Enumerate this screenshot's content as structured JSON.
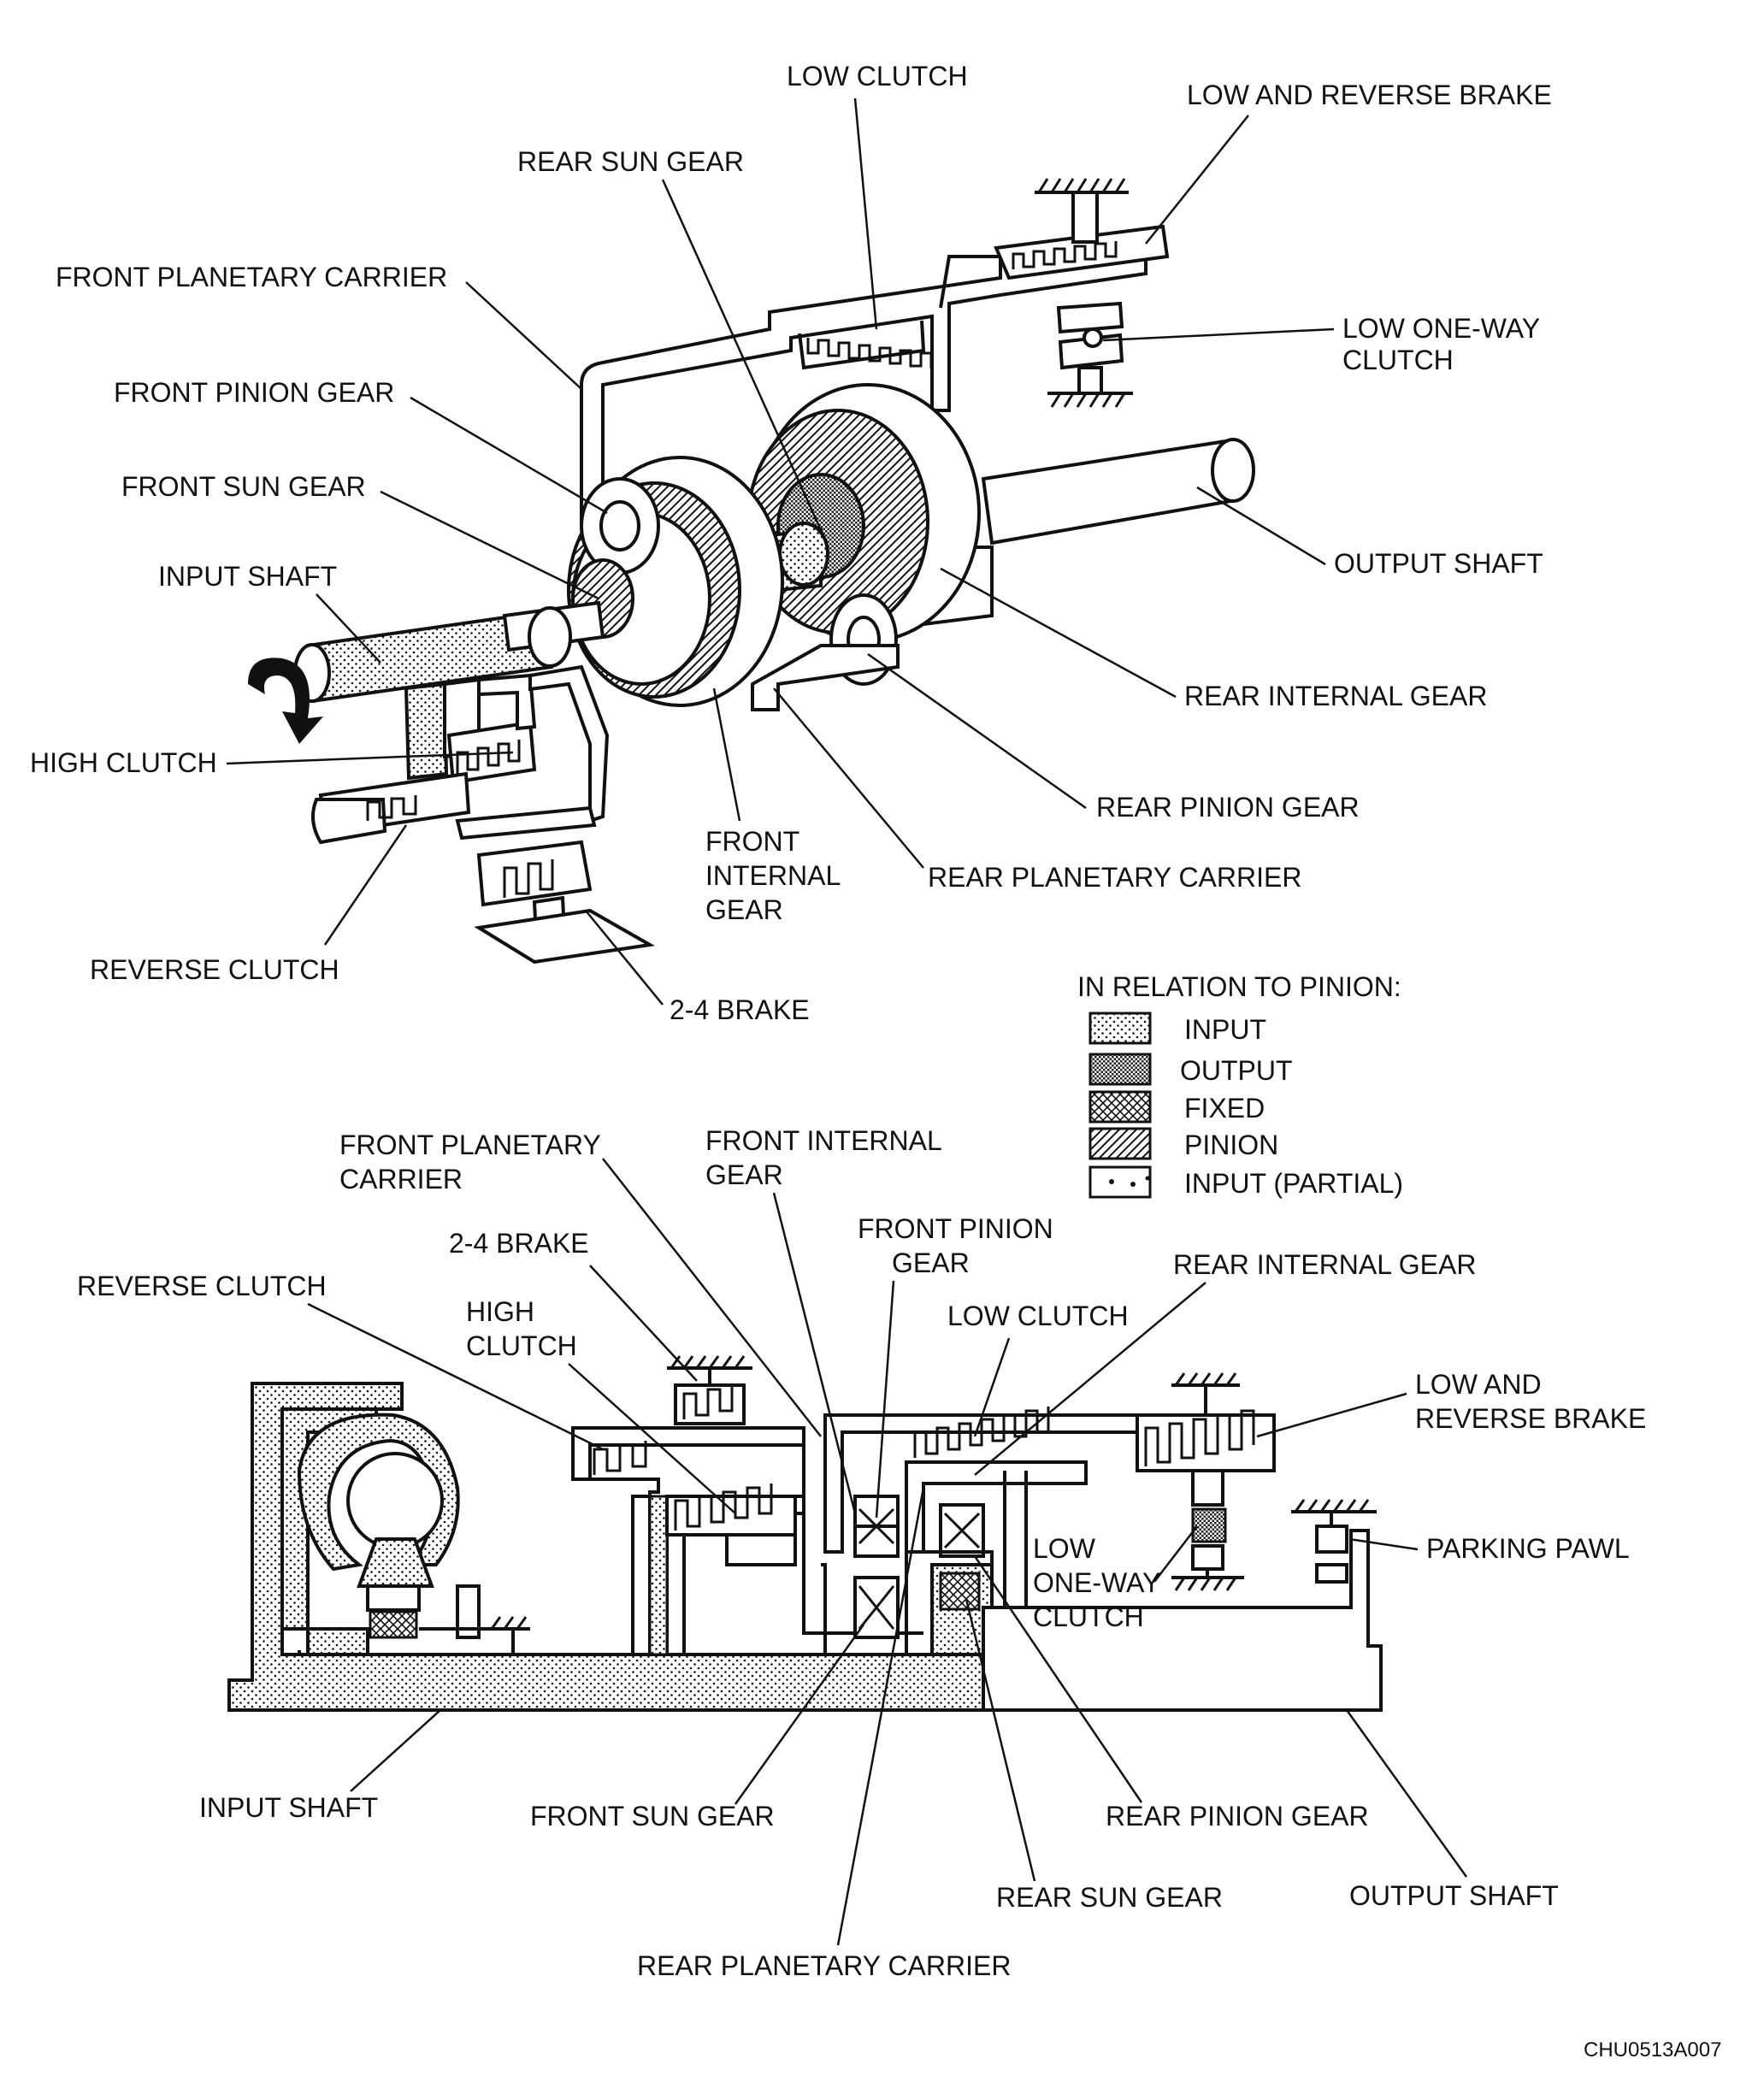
{
  "top_labels": {
    "low_clutch": "LOW CLUTCH",
    "low_and_reverse_brake": "LOW AND REVERSE BRAKE",
    "rear_sun_gear": "REAR SUN GEAR",
    "front_planetary_carrier": "FRONT PLANETARY CARRIER",
    "low_one_way_clutch_line1": "LOW ONE-WAY",
    "low_one_way_clutch_line2": "CLUTCH",
    "front_pinion_gear": "FRONT PINION GEAR",
    "front_sun_gear": "FRONT SUN GEAR",
    "output_shaft": "OUTPUT SHAFT",
    "input_shaft": "INPUT SHAFT",
    "rear_internal_gear": "REAR INTERNAL GEAR",
    "high_clutch": "HIGH CLUTCH",
    "rear_pinion_gear": "REAR PINION GEAR",
    "front_internal_gear_line1": "FRONT",
    "front_internal_gear_line2": "INTERNAL",
    "front_internal_gear_line3": "GEAR",
    "rear_planetary_carrier": "REAR PLANETARY CARRIER",
    "reverse_clutch": "REVERSE CLUTCH",
    "brake_2_4": "2-4 BRAKE"
  },
  "legend": {
    "title": "IN RELATION TO PINION:",
    "items": [
      {
        "label": "INPUT",
        "pattern": "dots"
      },
      {
        "label": "OUTPUT",
        "pattern": "fine-grid"
      },
      {
        "label": "FIXED",
        "pattern": "crosshatch"
      },
      {
        "label": "PINION",
        "pattern": "diagonal"
      },
      {
        "label": "INPUT (PARTIAL)",
        "pattern": "partial"
      }
    ]
  },
  "bottom_labels": {
    "front_planetary_carrier_line1": "FRONT PLANETARY",
    "front_planetary_carrier_line2": "CARRIER",
    "front_internal_gear_line1": "FRONT INTERNAL",
    "front_internal_gear_line2": "GEAR",
    "front_pinion_gear_line1": "FRONT PINION",
    "front_pinion_gear_line2": "GEAR",
    "brake_2_4": "2-4 BRAKE",
    "rear_internal_gear": "REAR INTERNAL GEAR",
    "reverse_clutch": "REVERSE CLUTCH",
    "high_clutch_line1": "HIGH",
    "high_clutch_line2": "CLUTCH",
    "low_clutch": "LOW CLUTCH",
    "low_and_reverse_brake_line1": "LOW AND",
    "low_and_reverse_brake_line2": "REVERSE BRAKE",
    "low_one_way_clutch_line1": "LOW",
    "low_one_way_clutch_line2": "ONE-WAY",
    "low_one_way_clutch_line3": "CLUTCH",
    "parking_pawl": "PARKING PAWL",
    "input_shaft": "INPUT SHAFT",
    "front_sun_gear": "FRONT SUN GEAR",
    "rear_pinion_gear": "REAR PINION GEAR",
    "rear_sun_gear": "REAR SUN GEAR",
    "output_shaft": "OUTPUT SHAFT",
    "rear_planetary_carrier": "REAR PLANETARY CARRIER"
  },
  "figure_code": "CHU0513A007"
}
